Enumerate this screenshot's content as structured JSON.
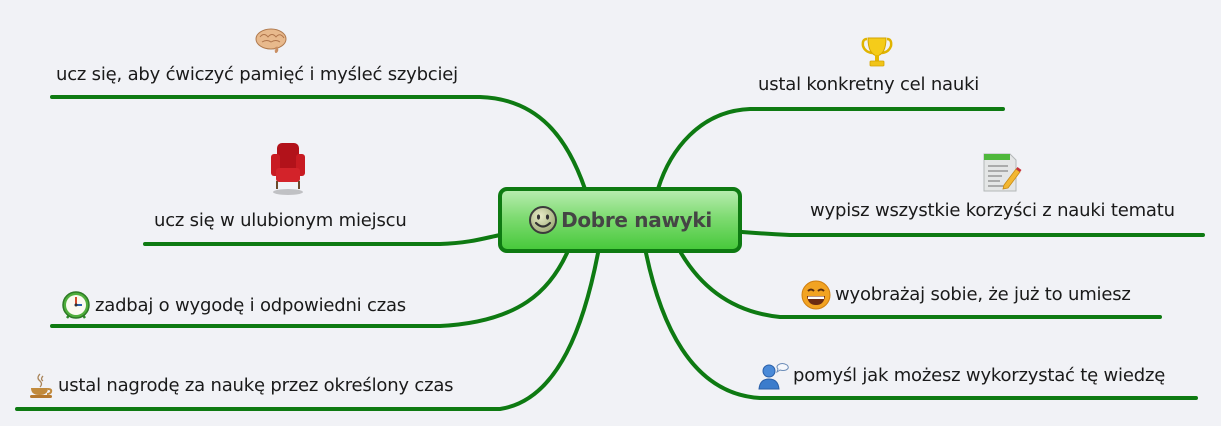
{
  "central": {
    "title": "Dobre nawyki",
    "icon": "smiley-face-icon"
  },
  "colors": {
    "branch": "#0e7a12",
    "node_top": "#b6ecae",
    "node_bottom": "#48c93c",
    "background": "#f1f2f6"
  },
  "left_topics": [
    {
      "label": "ucz się, aby ćwiczyć pamięć i myśleć szybciej",
      "icon": "brain-icon"
    },
    {
      "label": "ucz się w ulubionym miejscu",
      "icon": "armchair-icon"
    },
    {
      "label": "zadbaj o wygodę i odpowiedni czas",
      "icon": "alarm-clock-icon"
    },
    {
      "label": "ustal nagrodę za naukę przez określony czas",
      "icon": "coffee-cup-icon"
    }
  ],
  "right_topics": [
    {
      "label": "ustal konkretny cel nauki",
      "icon": "trophy-icon"
    },
    {
      "label": "wypisz wszystkie korzyści z nauki tematu",
      "icon": "notepad-pencil-icon"
    },
    {
      "label": "wyobrażaj sobie, że już to umiesz",
      "icon": "laughing-face-icon"
    },
    {
      "label": "pomyśl jak możesz wykorzystać tę wiedzę",
      "icon": "person-thinking-icon"
    }
  ]
}
